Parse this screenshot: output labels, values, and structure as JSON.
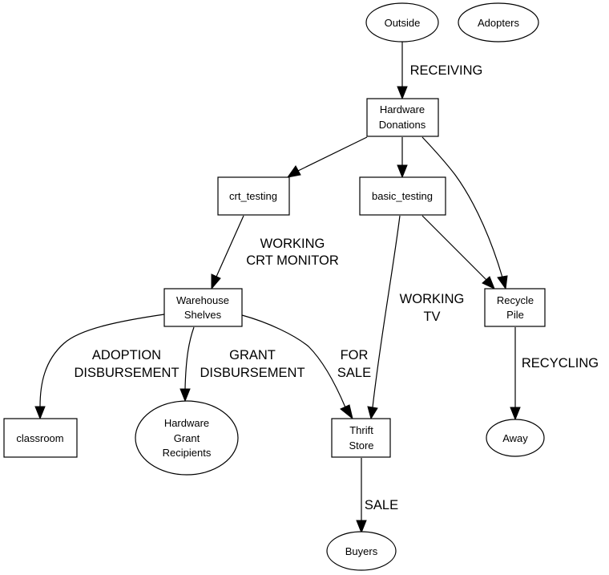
{
  "diagram": {
    "type": "flowchart",
    "nodes": {
      "outside": {
        "shape": "ellipse",
        "lines": [
          "Outside"
        ]
      },
      "adopters": {
        "shape": "ellipse",
        "lines": [
          "Adopters"
        ]
      },
      "hardware_donations": {
        "shape": "box",
        "lines": [
          "Hardware",
          "Donations"
        ]
      },
      "crt_testing": {
        "shape": "box",
        "lines": [
          "crt_testing"
        ]
      },
      "basic_testing": {
        "shape": "box",
        "lines": [
          "basic_testing"
        ]
      },
      "recycle_pile": {
        "shape": "box",
        "lines": [
          "Recycle",
          "Pile"
        ]
      },
      "warehouse_shelves": {
        "shape": "box",
        "lines": [
          "Warehouse",
          "Shelves"
        ]
      },
      "classroom": {
        "shape": "box",
        "lines": [
          "classroom"
        ]
      },
      "grant_recipients": {
        "shape": "ellipse",
        "lines": [
          "Hardware",
          "Grant",
          "Recipients"
        ]
      },
      "thrift_store": {
        "shape": "box",
        "lines": [
          "Thrift",
          "Store"
        ]
      },
      "away": {
        "shape": "ellipse",
        "lines": [
          "Away"
        ]
      },
      "buyers": {
        "shape": "ellipse",
        "lines": [
          "Buyers"
        ]
      }
    },
    "edges": {
      "receiving": {
        "from": "Outside",
        "to": "Hardware Donations",
        "lines": [
          "RECEIVING"
        ]
      },
      "donations_to_crt": {
        "from": "Hardware Donations",
        "to": "crt_testing",
        "lines": []
      },
      "donations_to_basic": {
        "from": "Hardware Donations",
        "to": "basic_testing",
        "lines": []
      },
      "donations_to_recycle": {
        "from": "Hardware Donations",
        "to": "Recycle Pile",
        "lines": []
      },
      "working_crt_monitor": {
        "from": "crt_testing",
        "to": "Warehouse Shelves",
        "lines": [
          "WORKING",
          "CRT MONITOR"
        ]
      },
      "basic_to_recycle": {
        "from": "basic_testing",
        "to": "Recycle Pile",
        "lines": []
      },
      "working_tv": {
        "from": "basic_testing",
        "to": "Thrift Store",
        "lines": [
          "WORKING",
          "TV"
        ]
      },
      "adoption_disbursement": {
        "from": "Warehouse Shelves",
        "to": "classroom",
        "lines": [
          "ADOPTION",
          "DISBURSEMENT"
        ]
      },
      "grant_disbursement": {
        "from": "Warehouse Shelves",
        "to": "Hardware Grant Recipients",
        "lines": [
          "GRANT",
          "DISBURSEMENT"
        ]
      },
      "for_sale": {
        "from": "Warehouse Shelves",
        "to": "Thrift Store",
        "lines": [
          "FOR",
          "SALE"
        ]
      },
      "recycling": {
        "from": "Recycle Pile",
        "to": "Away",
        "lines": [
          "RECYCLING"
        ]
      },
      "sale": {
        "from": "Thrift Store",
        "to": "Buyers",
        "lines": [
          "SALE"
        ]
      }
    }
  }
}
